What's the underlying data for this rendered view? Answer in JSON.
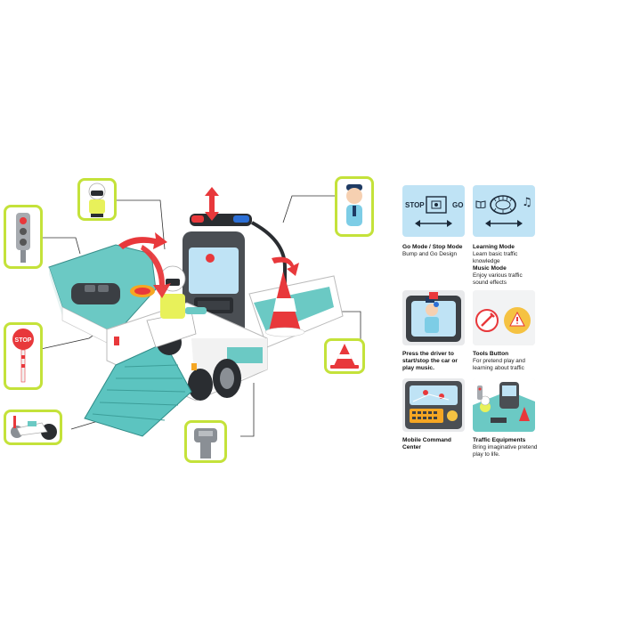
{
  "features": {
    "go_mode": {
      "stop_label": "STOP",
      "go_label": "GO",
      "title": "Go Mode / Stop Mode",
      "desc": "Bump and Go Design"
    },
    "learning_mode": {
      "title": "Learning Mode",
      "desc": "Learn basic traffic knowledge"
    },
    "music_mode": {
      "title": "Music Mode",
      "desc": "Enjoy various traffic sound effects"
    },
    "press_driver": {
      "title": "Press the driver to start/stop the car or play music."
    },
    "tools_button": {
      "title": "Tools Button",
      "desc": "For pretend play and learning about traffic"
    },
    "command_center": {
      "title": "Mobile Command Center"
    },
    "traffic_equipments": {
      "title": "Traffic Equipments",
      "desc": "Bring imaginative pretend play to life."
    }
  },
  "accessories": {
    "stop_sign_text": "STOP"
  },
  "colors": {
    "lime_border": "#c4e23a",
    "teal": "#5cc4c0",
    "panel_blue": "#bfe3f5",
    "red": "#e8383b"
  }
}
